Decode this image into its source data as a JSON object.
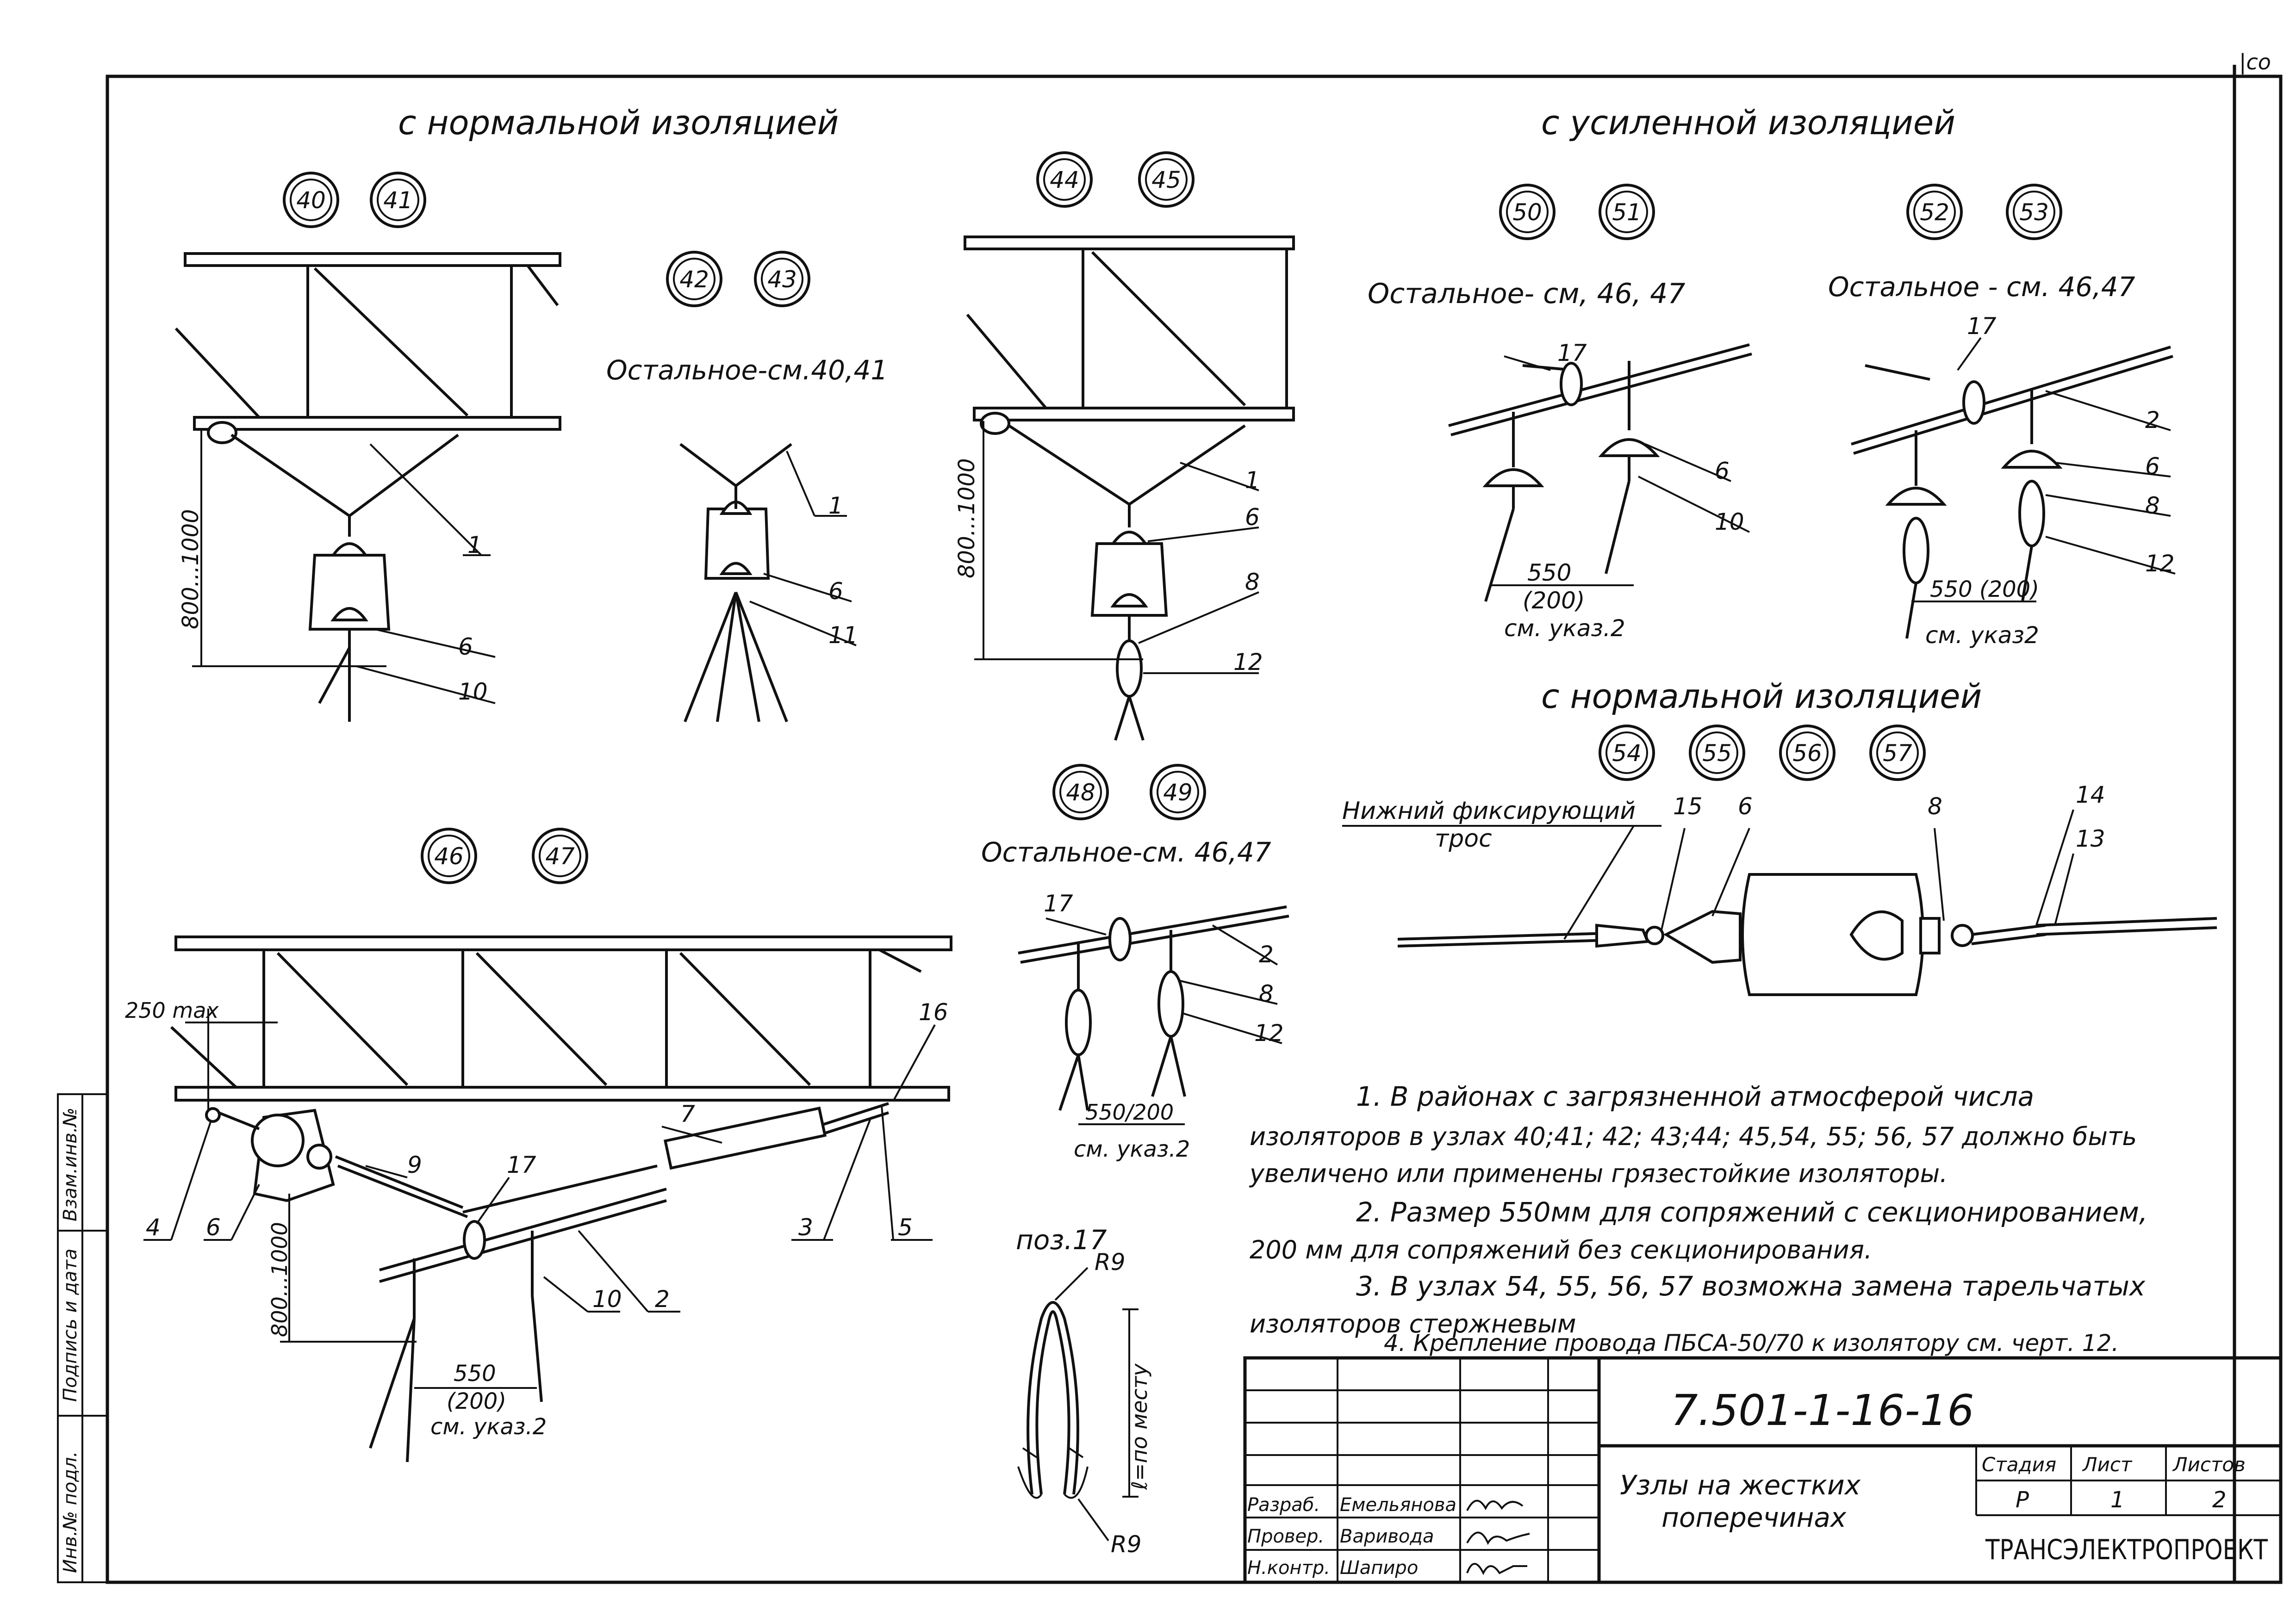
{
  "corner_mark": "|co",
  "headers": {
    "normal_top": "с   нормальной   изоляцией",
    "reinforced": "с   усиленной   изоляцией",
    "normal_mid": "с нормальной изоляцией"
  },
  "node_numbers": {
    "n40": "40",
    "n41": "41",
    "n42": "42",
    "n43": "43",
    "n44": "44",
    "n45": "45",
    "n46": "46",
    "n47": "47",
    "n48": "48",
    "n49": "49",
    "n50": "50",
    "n51": "51",
    "n52": "52",
    "n53": "53",
    "n54": "54",
    "n55": "55",
    "n56": "56",
    "n57": "57"
  },
  "remainder_notes": {
    "n42_43": "Остальное-см.40,41",
    "n50_51": "Остальное-  см, 46, 47",
    "n52_53": "Остальное - см. 46,47",
    "n48_49": "Остальное-см. 46,47"
  },
  "dimensions": {
    "d800_a": "800...1000",
    "d800_b": "800...1000",
    "d800_c": "800...1000",
    "d550": "550",
    "d200": "(200)",
    "see_note2": "см. указ.2",
    "d550_52": "550 (200)",
    "see_note2_52": "см. указ2",
    "d550_48": "550/200",
    "see_note2_48": "см. указ.2",
    "d550_46": "550",
    "d200_46": "(200)",
    "see_note2_46": "см. указ.2",
    "d250": "250 max"
  },
  "detail17": {
    "title": "поз.17",
    "r_top": "R9",
    "r_bottom": "R9",
    "length": "ℓ=по месту"
  },
  "callouts": {
    "c1_40": "1",
    "c6_40": "6",
    "c10_40": "10",
    "c1_42": "1",
    "c6_42": "6",
    "c11_42": "11",
    "c1_44": "1",
    "c6_44": "6",
    "c8_44": "8",
    "c12_44": "12",
    "c17_50": "17",
    "c6_50": "6",
    "c10_50": "10",
    "c17_52": "17",
    "c2_52": "2",
    "c6_52": "6",
    "c8_52": "8",
    "c12_52": "12",
    "c15_54": "15",
    "c6_54": "6",
    "c8_54": "8",
    "c14_54": "14",
    "c13_54": "13",
    "c17_48": "17",
    "c2_48": "2",
    "c8_48": "8",
    "c12_48": "12",
    "c16_46": "16",
    "c9_46": "9",
    "c17_46": "17",
    "c7_46": "7",
    "c4_46": "4",
    "c6_46": "6",
    "c3_46": "3",
    "c5_46": "5",
    "c10_46": "10",
    "c2_46": "2"
  },
  "lower_cable": {
    "line1": "Нижний фиксирующий",
    "line2": "трос"
  },
  "notes": {
    "n1_l1": "1. В районах с загрязненной атмосферой числа",
    "n1_l2": "изоляторов в узлах 40;41; 42; 43;44; 45,54, 55; 56, 57 должно быть",
    "n1_l3": "увеличено или применены грязестойкие изоляторы.",
    "n2_l1": "2. Размер 550мм для сопряжений с секционированием,",
    "n2_l2": "200 мм для сопряжений без  секционирования.",
    "n3_l1": "3. В узлах 54, 55, 56, 57 возможна замена тарельчатых",
    "n3_l2": "изоляторов стержневым",
    "n4": "4. Крепление провода ПБСА-50/70 к изолятору см. черт. 12."
  },
  "side_stamp": {
    "s1": "Инв.№ подл.",
    "s2": "Подпись и дата",
    "s3": "Взам.инв.№"
  },
  "title_block": {
    "doc_number": "7.501-1-16-16",
    "title_l1": "Узлы на жестких",
    "title_l2": "поперечинах",
    "stage_label": "Стадия",
    "sheet_label": "Лист",
    "sheets_label": "Листов",
    "stage": "Р",
    "sheet": "1",
    "sheets": "2",
    "org": "ТРАНСЭЛЕКТРОПРОЕКТ",
    "rows": [
      {
        "role": "Разраб.",
        "name": "Емельянова"
      },
      {
        "role": "Провер.",
        "name": "Варивода"
      },
      {
        "role": "Н.контр.",
        "name": "Шапиро"
      }
    ]
  }
}
